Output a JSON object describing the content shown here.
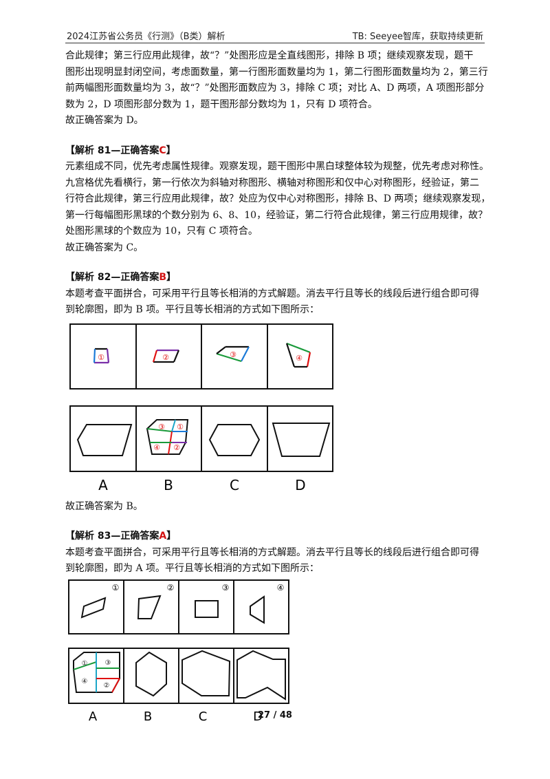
{
  "header": {
    "left": "2024江苏省公务员《行测》（B类）解析",
    "right": "TB: Seeyee智库，获取持续更新"
  },
  "intro": {
    "lines": [
      "合此规律；第三行应用此规律，故“？”处图形应是全直线图形，排除 B 项；继续观察发现，题干",
      "图形出现明显封闭空间，考虑面数量，第一行图形面数量均为 1，第二行图形面数量均为 2，第三行",
      "前两幅图形面数量均为 3，故“？”处图形面数应为 3，排除 C 项；对比 A、D 两项，A 项图形部分",
      "数为 2，D 项图形部分数为 1，题干图形部分数均为 1，只有 D 项符合。"
    ],
    "conclusion": "故正确答案为 D。"
  },
  "q81": {
    "title_prefix": "【解析 81—正确答案",
    "answer": "C",
    "title_suffix": "】",
    "lines": [
      "元素组成不同，优先考虑属性规律。观察发现，题干图形中黑白球整体较为规整，优先考虑对称性。",
      "九宫格优先看横行，第一行依次为斜轴对称图形、横轴对称图形和仅中心对称图形，经验证，第二",
      "行符合此规律，第三行应用此规律，故？处应为仅中心对称图形，排除 B、D 两项；继续观察发现，",
      "第一行每幅图形黑球的个数分别为 6、8、10，经验证，第二行符合此规律，第三行应用规律，故？",
      "处图形黑球的个数应为 10，只有 C 项符合。"
    ],
    "conclusion": "故正确答案为 C。"
  },
  "q82": {
    "title_prefix": "【解析 82—正确答案",
    "answer": "B",
    "title_suffix": "】",
    "lines": [
      "本题考查平面拼合，可采用平行且等长相消的方式解题。消去平行且等长的线段后进行组合即可得",
      "到轮廓图，即为 B 项。平行且等长相消的方式如下图所示："
    ],
    "piece_labels": [
      "①",
      "②",
      "③",
      "④"
    ],
    "option_labels": [
      "A",
      "B",
      "C",
      "D"
    ],
    "conclusion": "故正确答案为 B。"
  },
  "q83": {
    "title_prefix": "【解析 83—正确答案",
    "answer": "A",
    "title_suffix": "】",
    "lines": [
      "本题考查平面拼合，可采用平行且等长相消的方式解题。消去平行且等长的线段后进行组合即可得",
      "到轮廓图，即为 A 项。平行且等长相消的方式如下图所示："
    ],
    "piece_labels": [
      "①",
      "②",
      "③",
      "④"
    ],
    "option_labels": [
      "A",
      "B",
      "C",
      "D"
    ]
  },
  "footer": {
    "page": "27 / 48"
  },
  "colors": {
    "answer": "#d21313",
    "blue": "#1a7ad8",
    "purple": "#7a2fa8",
    "red": "#e01010",
    "green": "#1a9a3a",
    "cyan": "#1aa6c8"
  }
}
